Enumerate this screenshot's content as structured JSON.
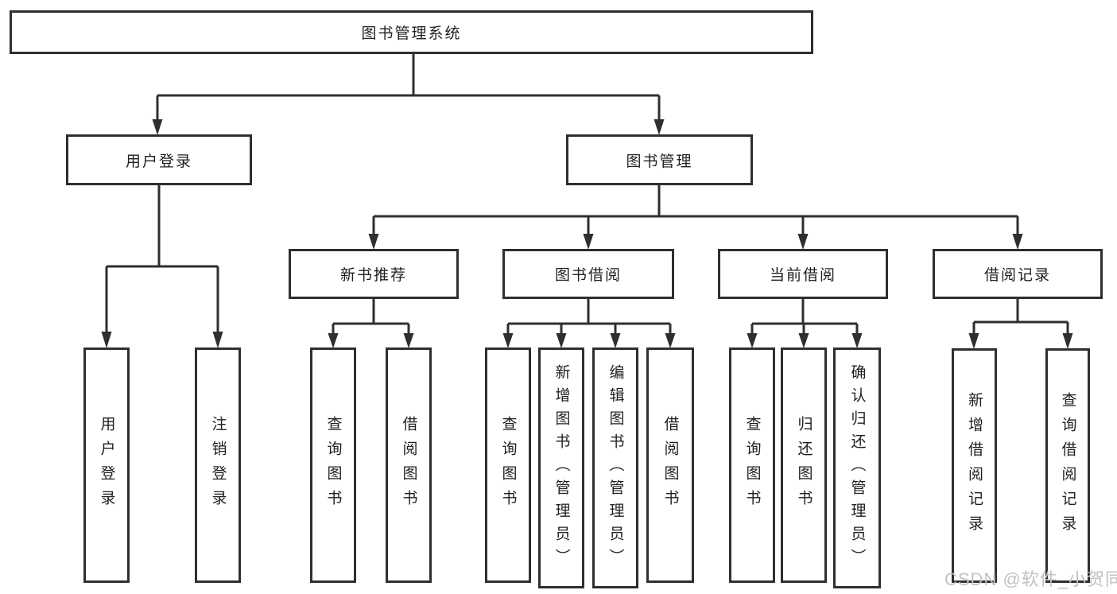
{
  "diagram": {
    "root": {
      "label": "图书管理系统",
      "children": [
        {
          "label": "用户登录",
          "children": [
            {
              "label": "用户登录"
            },
            {
              "label": "注销登录"
            }
          ]
        },
        {
          "label": "图书管理",
          "children": [
            {
              "label": "新书推荐",
              "children": [
                {
                  "label": "查询图书"
                },
                {
                  "label": "借阅图书"
                }
              ]
            },
            {
              "label": "图书借阅",
              "children": [
                {
                  "label": "查询图书"
                },
                {
                  "label": "新增图书（管理员）"
                },
                {
                  "label": "编辑图书（管理员）"
                },
                {
                  "label": "借阅图书"
                }
              ]
            },
            {
              "label": "当前借阅",
              "children": [
                {
                  "label": "查询图书"
                },
                {
                  "label": "归还图书"
                },
                {
                  "label": "确认归还（管理员）"
                }
              ]
            },
            {
              "label": "借阅记录",
              "children": [
                {
                  "label": "新增借阅记录"
                },
                {
                  "label": "查询借阅记录"
                }
              ]
            }
          ]
        }
      ]
    }
  },
  "watermark": "CSDN @软件_小贺同学",
  "colors": {
    "line": "#2f2f2f",
    "box_background": "#ffffff",
    "text": "#1f1f1f",
    "watermark": "#c2c2c2"
  }
}
